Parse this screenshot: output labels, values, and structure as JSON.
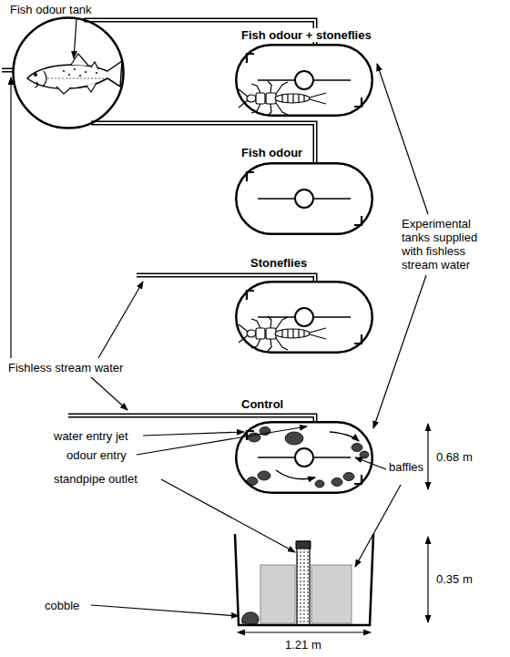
{
  "diagram": {
    "nodes": [
      {
        "text": [
          "Fish odour tank"
        ]
      },
      {
        "text": [
          "Fish odour + stoneflies"
        ]
      },
      {
        "text": [
          "Fish odour"
        ]
      },
      {
        "text": [
          "Stoneflies"
        ]
      },
      {
        "text": [
          "Control"
        ]
      }
    ],
    "edges": [
      {
        "from": 0,
        "to": 1,
        "arrow": "none"
      },
      {
        "from": 0,
        "to": 2,
        "arrow": "none"
      }
    ],
    "labels": [
      "Experimental tanks supplied with fishless stream water",
      "Fishless stream water",
      "water entry jet",
      "odour entry",
      "standpipe outlet",
      "baffles",
      "0.68 m",
      "0.35 m",
      "cobble",
      "1.21 m"
    ]
  }
}
